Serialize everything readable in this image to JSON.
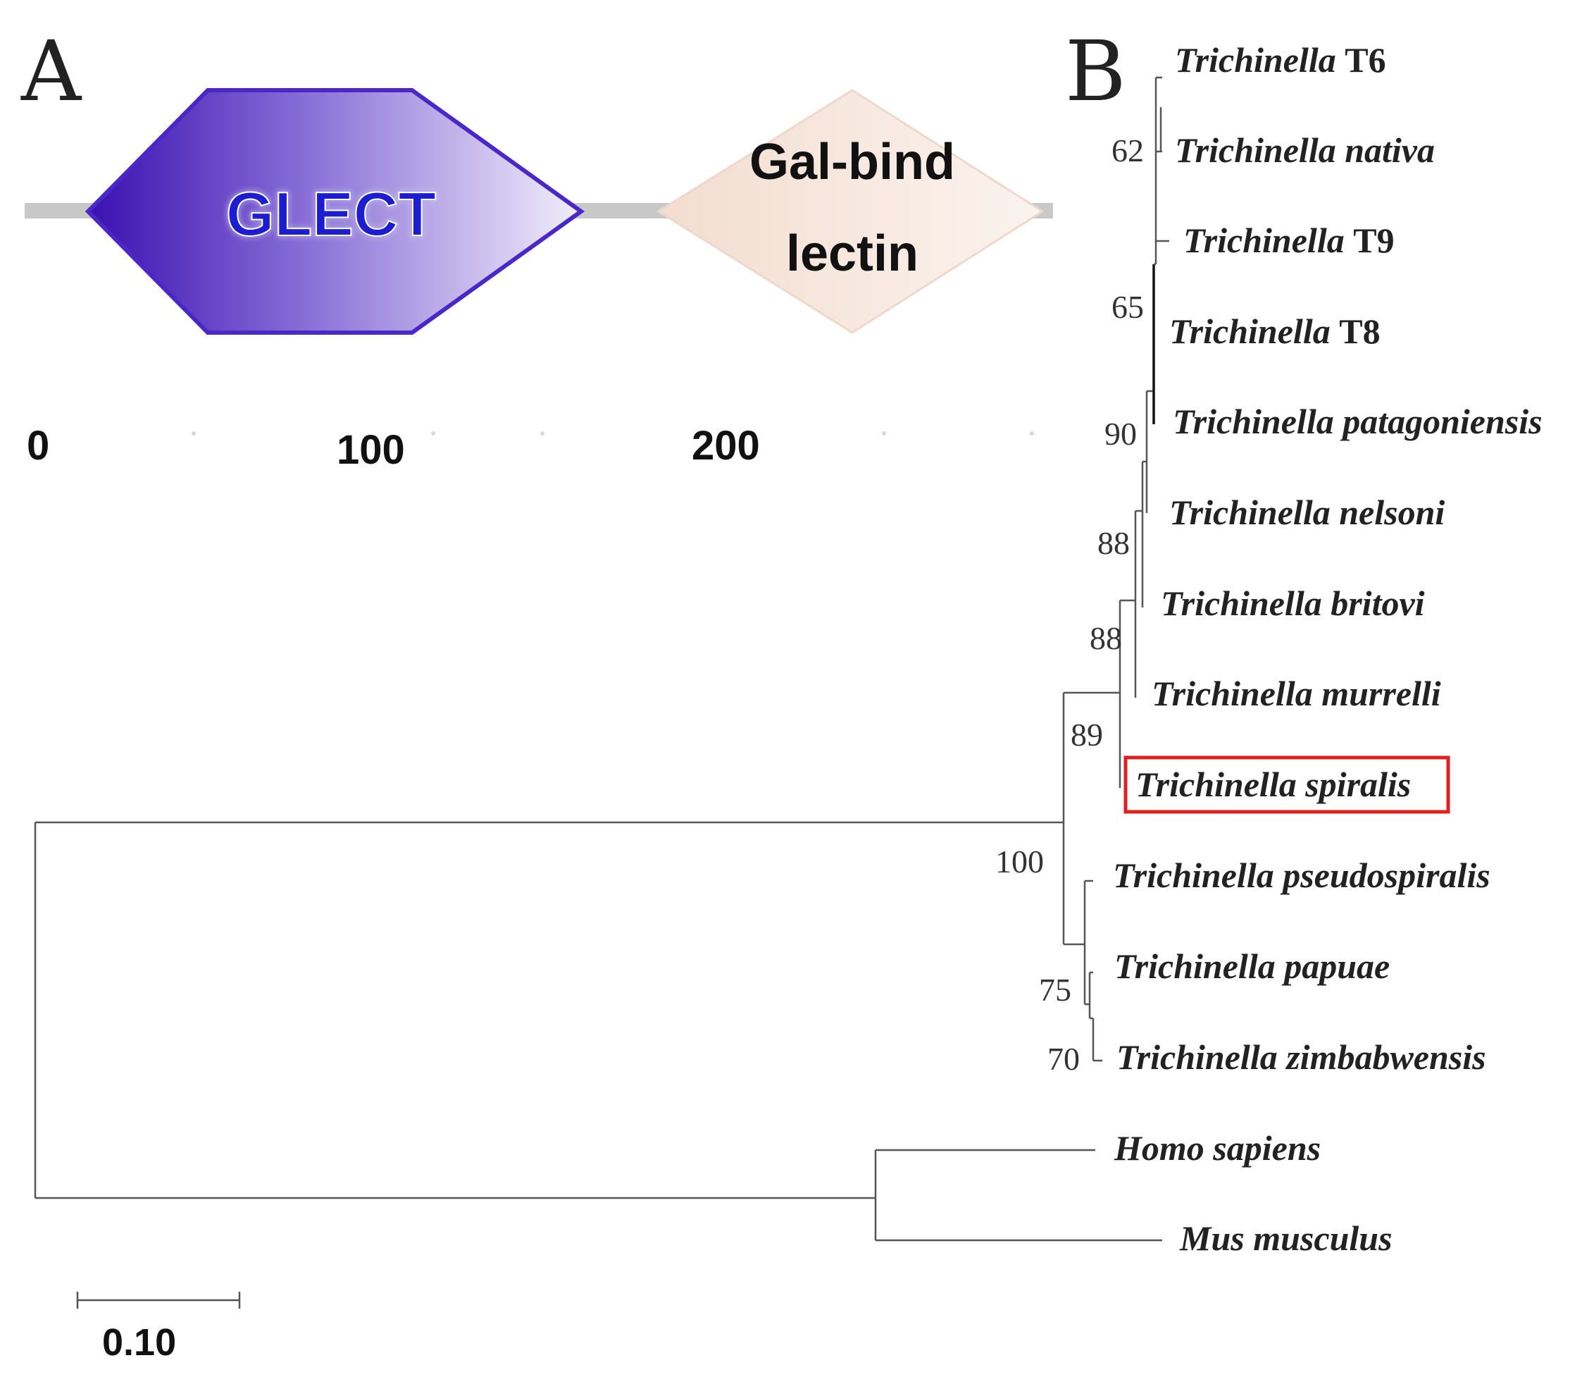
{
  "panel_a": {
    "letter": "A",
    "domains": [
      {
        "name": "GLECT",
        "lines": [
          "GLECT"
        ],
        "fill": "#4b2fc0",
        "text_color": "#1a1ad0"
      },
      {
        "name": "Gal-bind lectin",
        "lines": [
          "Gal-bind",
          "lectin"
        ],
        "fill": "#f6e6dc",
        "text_color": "#111111"
      }
    ],
    "axis_ticks": [
      "0",
      "100",
      "200"
    ],
    "backbone_color": "#c8c8c8"
  },
  "panel_b": {
    "letter": "B",
    "taxa": [
      {
        "genus": "Trichinella",
        "epithet": "T6",
        "roman": true
      },
      {
        "genus": "Trichinella",
        "epithet": "nativa",
        "roman": false
      },
      {
        "genus": "Trichinella",
        "epithet": "T9",
        "roman": true
      },
      {
        "genus": "Trichinella",
        "epithet": "T8",
        "roman": true
      },
      {
        "genus": "Trichinella",
        "epithet": "patagoniensis",
        "roman": false
      },
      {
        "genus": "Trichinella",
        "epithet": "nelsoni",
        "roman": false
      },
      {
        "genus": "Trichinella",
        "epithet": "britovi",
        "roman": false
      },
      {
        "genus": "Trichinella",
        "epithet": "murrelli",
        "roman": false
      },
      {
        "genus": "Trichinella",
        "epithet": "spiralis",
        "roman": false,
        "highlighted": true
      },
      {
        "genus": "Trichinella",
        "epithet": "pseudospiralis",
        "roman": false
      },
      {
        "genus": "Trichinella",
        "epithet": "papuae",
        "roman": false
      },
      {
        "genus": "Trichinella",
        "epithet": "zimbabwensis",
        "roman": false
      },
      {
        "genus": "Homo",
        "epithet": "sapiens",
        "roman": false
      },
      {
        "genus": "Mus",
        "epithet": "musculus",
        "roman": false
      }
    ],
    "support_values": [
      "62",
      "65",
      "90",
      "88",
      "88",
      "89",
      "100",
      "75",
      "70"
    ],
    "highlight_color": "#e02020",
    "scale_bar": {
      "label": "0.10",
      "value": 0.1
    }
  }
}
